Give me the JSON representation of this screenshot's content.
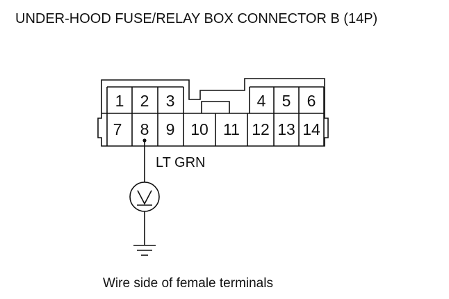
{
  "title": "UNDER-HOOD FUSE/RELAY BOX CONNECTOR B (14P)",
  "caption": "Wire side of female terminals",
  "wire_color": "LT GRN",
  "probe_pin": "8",
  "pins": {
    "top_row": [
      "1",
      "2",
      "3",
      "4",
      "5",
      "6"
    ],
    "bottom_row": [
      "7",
      "8",
      "9",
      "10",
      "11",
      "12",
      "13",
      "14"
    ]
  },
  "symbols": {
    "voltmeter": "voltmeter-icon",
    "ground": "ground-icon"
  },
  "colors": {
    "line": "#111111",
    "background": "#ffffff"
  }
}
